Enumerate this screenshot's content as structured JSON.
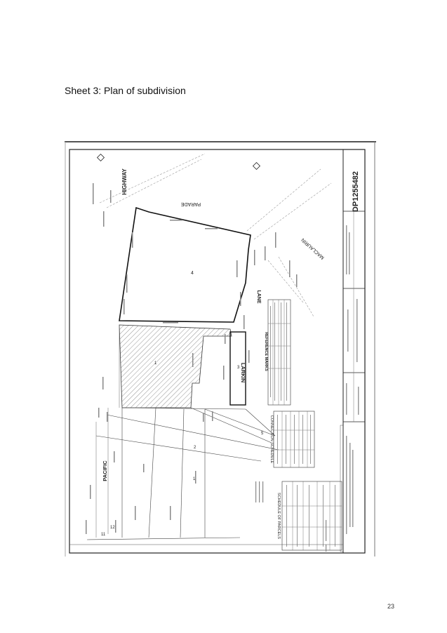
{
  "page": {
    "heading": "Sheet 3: Plan of subdivision",
    "page_number": "23"
  },
  "plan": {
    "plan_number": "DP1255482",
    "roads": {
      "pacific": "PACIFIC",
      "highway": "HIGHWAY",
      "parade": "PARADE",
      "maclaurin": "MACLAURIN",
      "lane": "LANE",
      "larkin": "LARKIN"
    },
    "lots": {
      "lot4": "4",
      "lot3": "3",
      "lot2": "2",
      "lot1": "1",
      "lot1b": "1",
      "lot5": "5",
      "lot12": "12",
      "lot11": "11"
    },
    "tables": {
      "reference_marks": "REFERENCE MARKS",
      "connection_schedule": "CONNECTION SCHEDULE",
      "schedule_of_parcels": "SCHEDULE OF PARCELS"
    }
  }
}
